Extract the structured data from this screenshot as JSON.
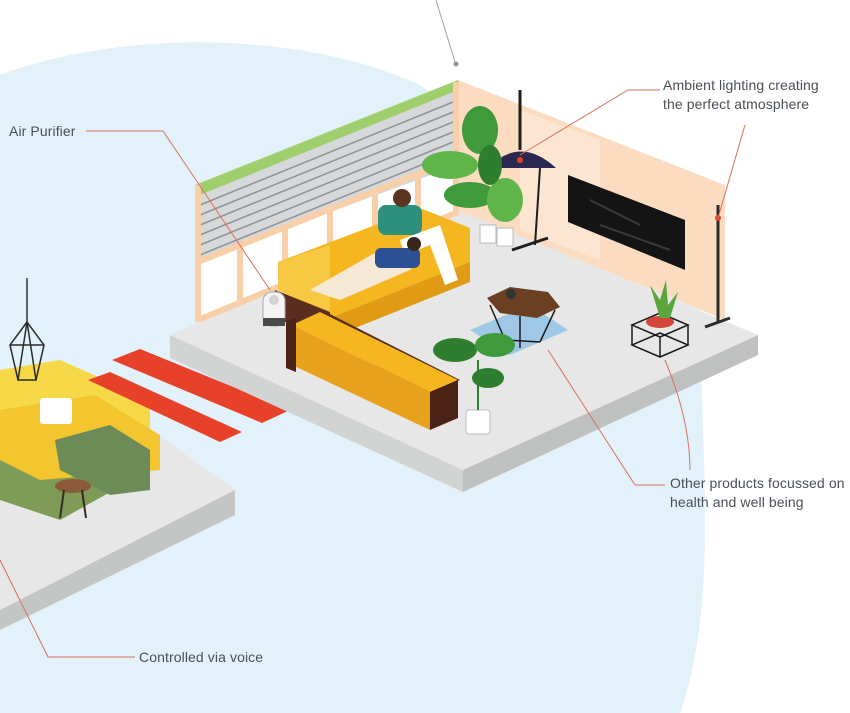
{
  "labels": {
    "air_purifier": "Air Purifier",
    "ambient_line1": "Ambient lighting creating",
    "ambient_line2": "the perfect atmosphere",
    "other_line1": "Other products focussed on",
    "other_line2": "health and well being",
    "voice": "Controlled via voice"
  },
  "colors": {
    "backdrop": "#e3f1fb",
    "leader_line": "#d9705c",
    "floor_top": "#e6e7e6",
    "floor_side": "#c9cbcb",
    "wall": "#fbdcc0",
    "window_frame": "#f8cfa7",
    "sofa_yellow": "#f4b71f",
    "sofa_brown": "#5b2d1e",
    "runner_red": "#e8412a",
    "plant_green": "#3f9a3c",
    "tv": "#141414"
  },
  "icons": [
    "air-purifier-icon",
    "floor-lamp-icon",
    "pendant-lamp-icon",
    "tv-icon",
    "plant-icon",
    "coffee-table-icon",
    "smart-speaker-icon"
  ]
}
